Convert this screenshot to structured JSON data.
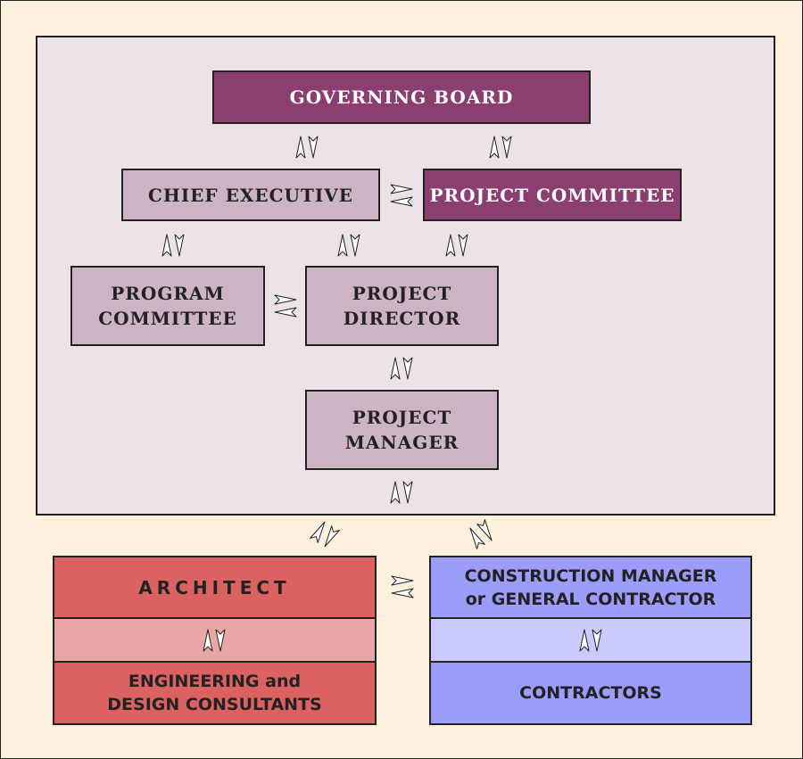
{
  "org_chart": {
    "governing_board": "GOVERNING BOARD",
    "chief_executive": "CHIEF EXECUTIVE",
    "project_committee": "PROJECT COMMITTEE",
    "program_committee": "PROGRAM\nCOMMITTEE",
    "project_director": "PROJECT\nDIRECTOR",
    "project_manager": "PROJECT\nMANAGER",
    "architect": "ARCHITECT",
    "engineering_consultants": "ENGINEERING and\nDESIGN CONSULTANTS",
    "construction_manager": "CONSTRUCTION MANAGER\nor GENERAL CONTRACTOR",
    "contractors": "CONTRACTORS"
  },
  "colors": {
    "page_background": "#fdf1de",
    "panel_background": "#ece2e8",
    "owner_dark": "#8a3f70",
    "owner_light": "#cdb4c4",
    "architect_dark": "#db6260",
    "architect_light": "#eaa5a5",
    "contractor_dark": "#9c9cfb",
    "contractor_light": "#cbcafd"
  },
  "icons": {
    "connector": "double-arrow-icon"
  }
}
